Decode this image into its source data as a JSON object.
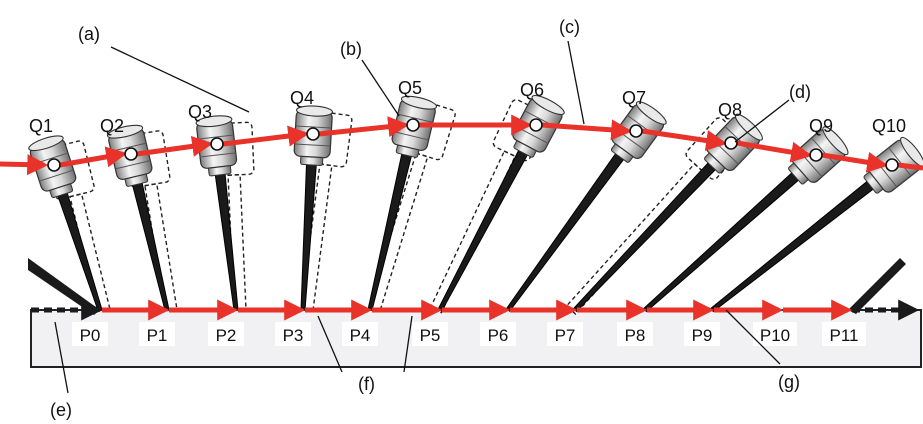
{
  "diagram": {
    "callouts": [
      "(a)",
      "(b)",
      "(c)",
      "(d)",
      "(e)",
      "(f)",
      "(g)"
    ],
    "q_labels": [
      "Q1",
      "Q2",
      "Q3",
      "Q4",
      "Q5",
      "Q6",
      "Q7",
      "Q8",
      "Q9",
      "Q10"
    ],
    "p_labels": [
      "P0",
      "P1",
      "P2",
      "P3",
      "P4",
      "P5",
      "P6",
      "P7",
      "P8",
      "P9",
      "P10",
      "P11"
    ],
    "colors": {
      "path_arrow": "#e8322a",
      "tool": "#1a1a1a",
      "bar_fill": "#f1f1f3",
      "head_light": "#f4f4f4",
      "head_dark": "#8c8c8c"
    }
  }
}
